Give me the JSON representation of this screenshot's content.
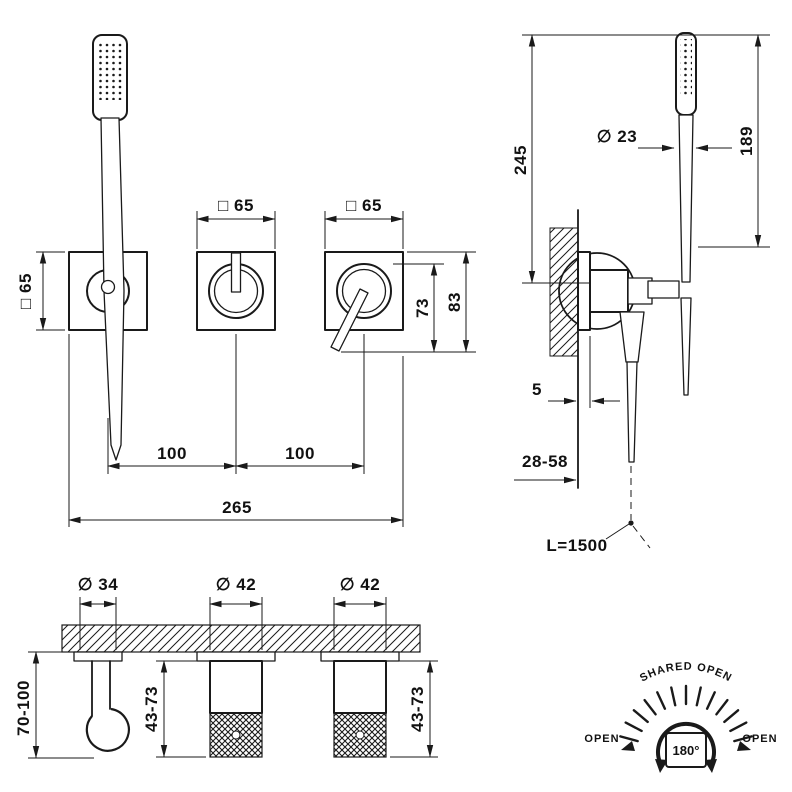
{
  "colors": {
    "line": "#1a1a1a",
    "background": "#ffffff"
  },
  "front_view": {
    "square_65_left": "□ 65",
    "square_65_mid": "□ 65",
    "square_65_right": "□ 65",
    "height_73": "73",
    "height_83": "83",
    "spacing_100_left": "100",
    "spacing_100_right": "100",
    "width_265": "265"
  },
  "side_view": {
    "height_245": "245",
    "diameter_23": "∅ 23",
    "height_189": "189",
    "plate_thickness_5": "5",
    "depth_28_58": "28-58",
    "hose_length": "L=1500"
  },
  "plan_view": {
    "diameter_34": "∅ 34",
    "diameter_42_mid": "∅ 42",
    "diameter_42_right": "∅ 42",
    "depth_70_100": "70-100",
    "depth_43_73_mid": "43-73",
    "depth_43_73_right": "43-73"
  },
  "rotation_diagram": {
    "shared_open_label": "SHARED OPEN",
    "open_left_label": "OPEN",
    "open_right_label": "OPEN",
    "angle_label": "180°"
  }
}
